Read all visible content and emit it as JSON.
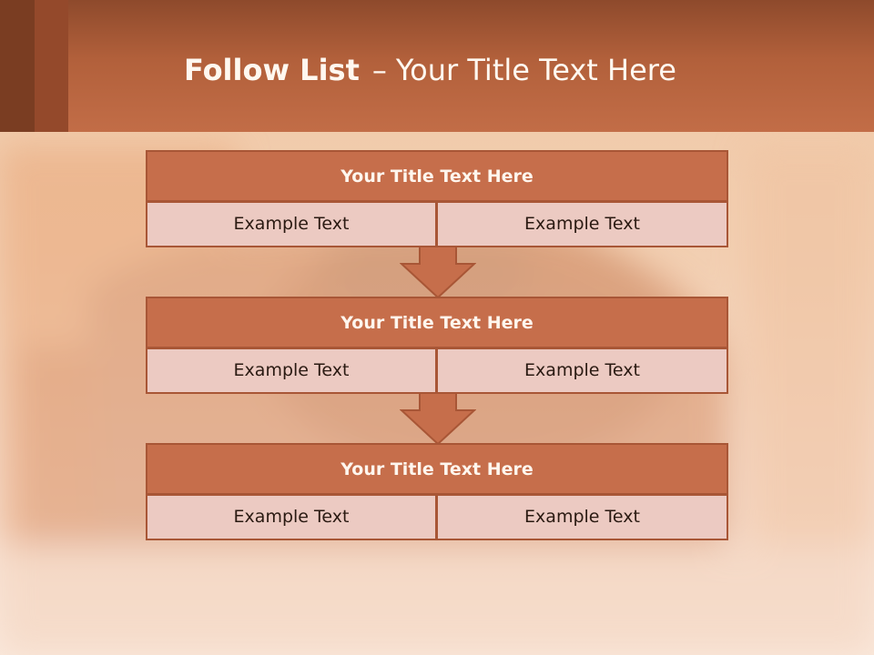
{
  "slide": {
    "title_bold": "Follow List",
    "title_dash": "–",
    "title_rest": "Your Title Text Here"
  },
  "flow": {
    "blocks": [
      {
        "title": "Your Title Text Here",
        "left": "Example Text",
        "right": "Example Text"
      },
      {
        "title": "Your Title Text Here",
        "left": "Example Text",
        "right": "Example Text"
      },
      {
        "title": "Your Title Text Here",
        "left": "Example Text",
        "right": "Example Text"
      }
    ]
  },
  "colors": {
    "header": "#c26d47",
    "block_title": "#c66e4b",
    "cell": "#eccac2",
    "border": "#a85636"
  },
  "icons": [
    "down-arrow-icon"
  ]
}
